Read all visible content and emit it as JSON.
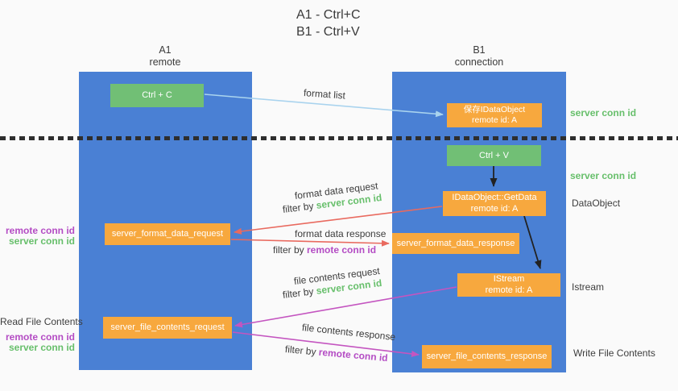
{
  "title": {
    "line1": "A1 - Ctrl+C",
    "line2": "B1 - Ctrl+V"
  },
  "columns": {
    "a1": {
      "name": "A1",
      "subtitle": "remote"
    },
    "b1": {
      "name": "B1",
      "subtitle": "connection"
    }
  },
  "nodes": {
    "ctrl_c": {
      "label": "Ctrl + C"
    },
    "save_dataobject": {
      "line1": "保存IDataObject",
      "line2": "remote id: A"
    },
    "ctrl_v": {
      "label": "Ctrl + V"
    },
    "getdata": {
      "line1": "IDataObject::GetData",
      "line2": "remote id: A"
    },
    "format_request": {
      "label": "server_format_data_request"
    },
    "format_response": {
      "label": "server_format_data_response"
    },
    "istream": {
      "line1": "IStream",
      "line2": "remote id: A"
    },
    "file_request": {
      "label": "server_file_contents_request"
    },
    "file_response": {
      "label": "server_file_contents_response"
    }
  },
  "edge_labels": {
    "format_list": "format list",
    "format_data_request": "format data request",
    "format_data_response": "format data response",
    "file_contents_request": "file contents request",
    "file_contents_response": "file contents response",
    "filter_by": "filter by ",
    "server_conn_id": "server conn id",
    "remote_conn_id": "remote conn id"
  },
  "side_labels": {
    "server_conn_id_top": "server conn id",
    "server_conn_id_mid": "server conn id",
    "dataobject": "DataObject",
    "istream": "Istream",
    "write_file_contents": "Write File Contents",
    "remote_conn_id_upper": "remote conn id",
    "server_conn_id_upper": "server conn id",
    "read_file_contents": "Read File Contents",
    "remote_conn_id_lower": "remote conn id",
    "server_conn_id_lower": "server conn id"
  },
  "colors": {
    "column_blue": "#4a80d4",
    "node_green": "#71bf75",
    "node_orange": "#f7a83e",
    "arrow_lightblue": "#a9d3ee",
    "arrow_red": "#e96a5f",
    "arrow_magenta": "#c455c0",
    "arrow_black": "#222222",
    "text_green": "#67bf6b",
    "text_purple": "#b44cc4",
    "text_dark": "#3d3d3d"
  }
}
